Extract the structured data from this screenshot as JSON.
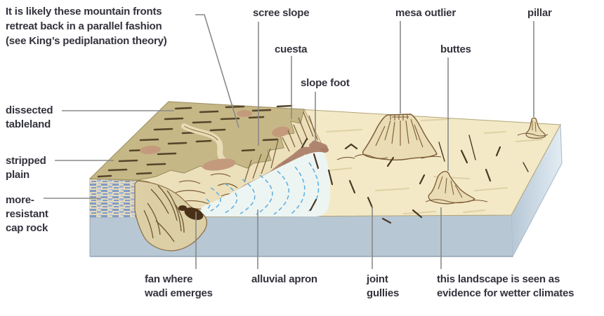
{
  "figure": {
    "note": "It is likely these mountain fronts\nretreat back in a parallel fashion\n(see King’s pediplanation theory)",
    "labels": {
      "scree_slope": "scree slope",
      "cuesta": "cuesta",
      "slope_foot": "slope foot",
      "mesa_outlier": "mesa outlier",
      "buttes": "buttes",
      "pillar": "pillar",
      "dissected_tableland": "dissected\ntableland",
      "stripped_plain": "stripped\nplain",
      "cap_rock": "more-\nresistant\ncap rock",
      "fan": "fan where\nwadi emerges",
      "alluvial_apron": "alluvial apron",
      "joint_gullies": "joint\ngullies",
      "wetter_climates": "this landscape is seen as\nevidence for wetter climates"
    }
  },
  "colors": {
    "text": "#33333d",
    "leader": "#8a8a8a",
    "plain_top": "#f3e9c6",
    "plain_streak": "#ded1a4",
    "tableland": "#c6b786",
    "tableland_dash": "#55452a",
    "cliff": "#ece0ba",
    "cliff_stroke": "#7a5a36",
    "salmon": "#c49a7d",
    "scree": "#b08570",
    "apron_bg": "#edf5f3",
    "apron_arc": "#63b0e0",
    "fan": "#dccfa6",
    "fan_stroke": "#6b5530",
    "fan_dark": "#4a3018",
    "front_face": "#b7c7d4",
    "right_face": "#cddbe6",
    "caprock_blue": "#7f9cc4",
    "caprock_bg": "#e4d8bc",
    "hill_fill": "#eadcb4",
    "joint": "#4a3824"
  }
}
